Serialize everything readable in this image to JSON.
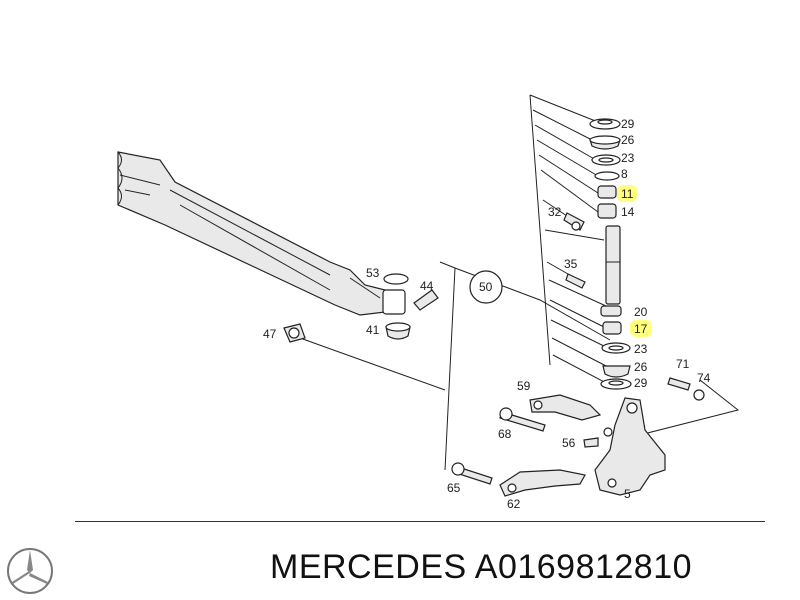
{
  "callouts": [
    {
      "id": "29a",
      "label": "29",
      "highlight": false
    },
    {
      "id": "26a",
      "label": "26",
      "highlight": false
    },
    {
      "id": "23a",
      "label": "23",
      "highlight": false
    },
    {
      "id": "8",
      "label": "8",
      "highlight": false
    },
    {
      "id": "11",
      "label": "11",
      "highlight": true
    },
    {
      "id": "14",
      "label": "14",
      "highlight": false
    },
    {
      "id": "32",
      "label": "32",
      "highlight": false
    },
    {
      "id": "35",
      "label": "35",
      "highlight": false
    },
    {
      "id": "20",
      "label": "20",
      "highlight": false
    },
    {
      "id": "17",
      "label": "17",
      "highlight": true
    },
    {
      "id": "23b",
      "label": "23",
      "highlight": false
    },
    {
      "id": "26b",
      "label": "26",
      "highlight": false
    },
    {
      "id": "29b",
      "label": "29",
      "highlight": false
    },
    {
      "id": "53",
      "label": "53",
      "highlight": false
    },
    {
      "id": "44",
      "label": "44",
      "highlight": false
    },
    {
      "id": "41",
      "label": "41",
      "highlight": false
    },
    {
      "id": "47",
      "label": "47",
      "highlight": false
    },
    {
      "id": "50",
      "label": "50",
      "highlight": false
    },
    {
      "id": "71",
      "label": "71",
      "highlight": false
    },
    {
      "id": "74",
      "label": "74",
      "highlight": false
    },
    {
      "id": "59",
      "label": "59",
      "highlight": false
    },
    {
      "id": "68",
      "label": "68",
      "highlight": false
    },
    {
      "id": "56",
      "label": "56",
      "highlight": false
    },
    {
      "id": "65",
      "label": "65",
      "highlight": false
    },
    {
      "id": "62",
      "label": "62",
      "highlight": false
    },
    {
      "id": "5",
      "label": "5",
      "highlight": false
    }
  ],
  "footer": {
    "text": "MERCEDES A0169812810",
    "brand_logo": "mercedes-star-icon"
  },
  "colors": {
    "highlight": "#ffff66",
    "ink": "#222222"
  }
}
